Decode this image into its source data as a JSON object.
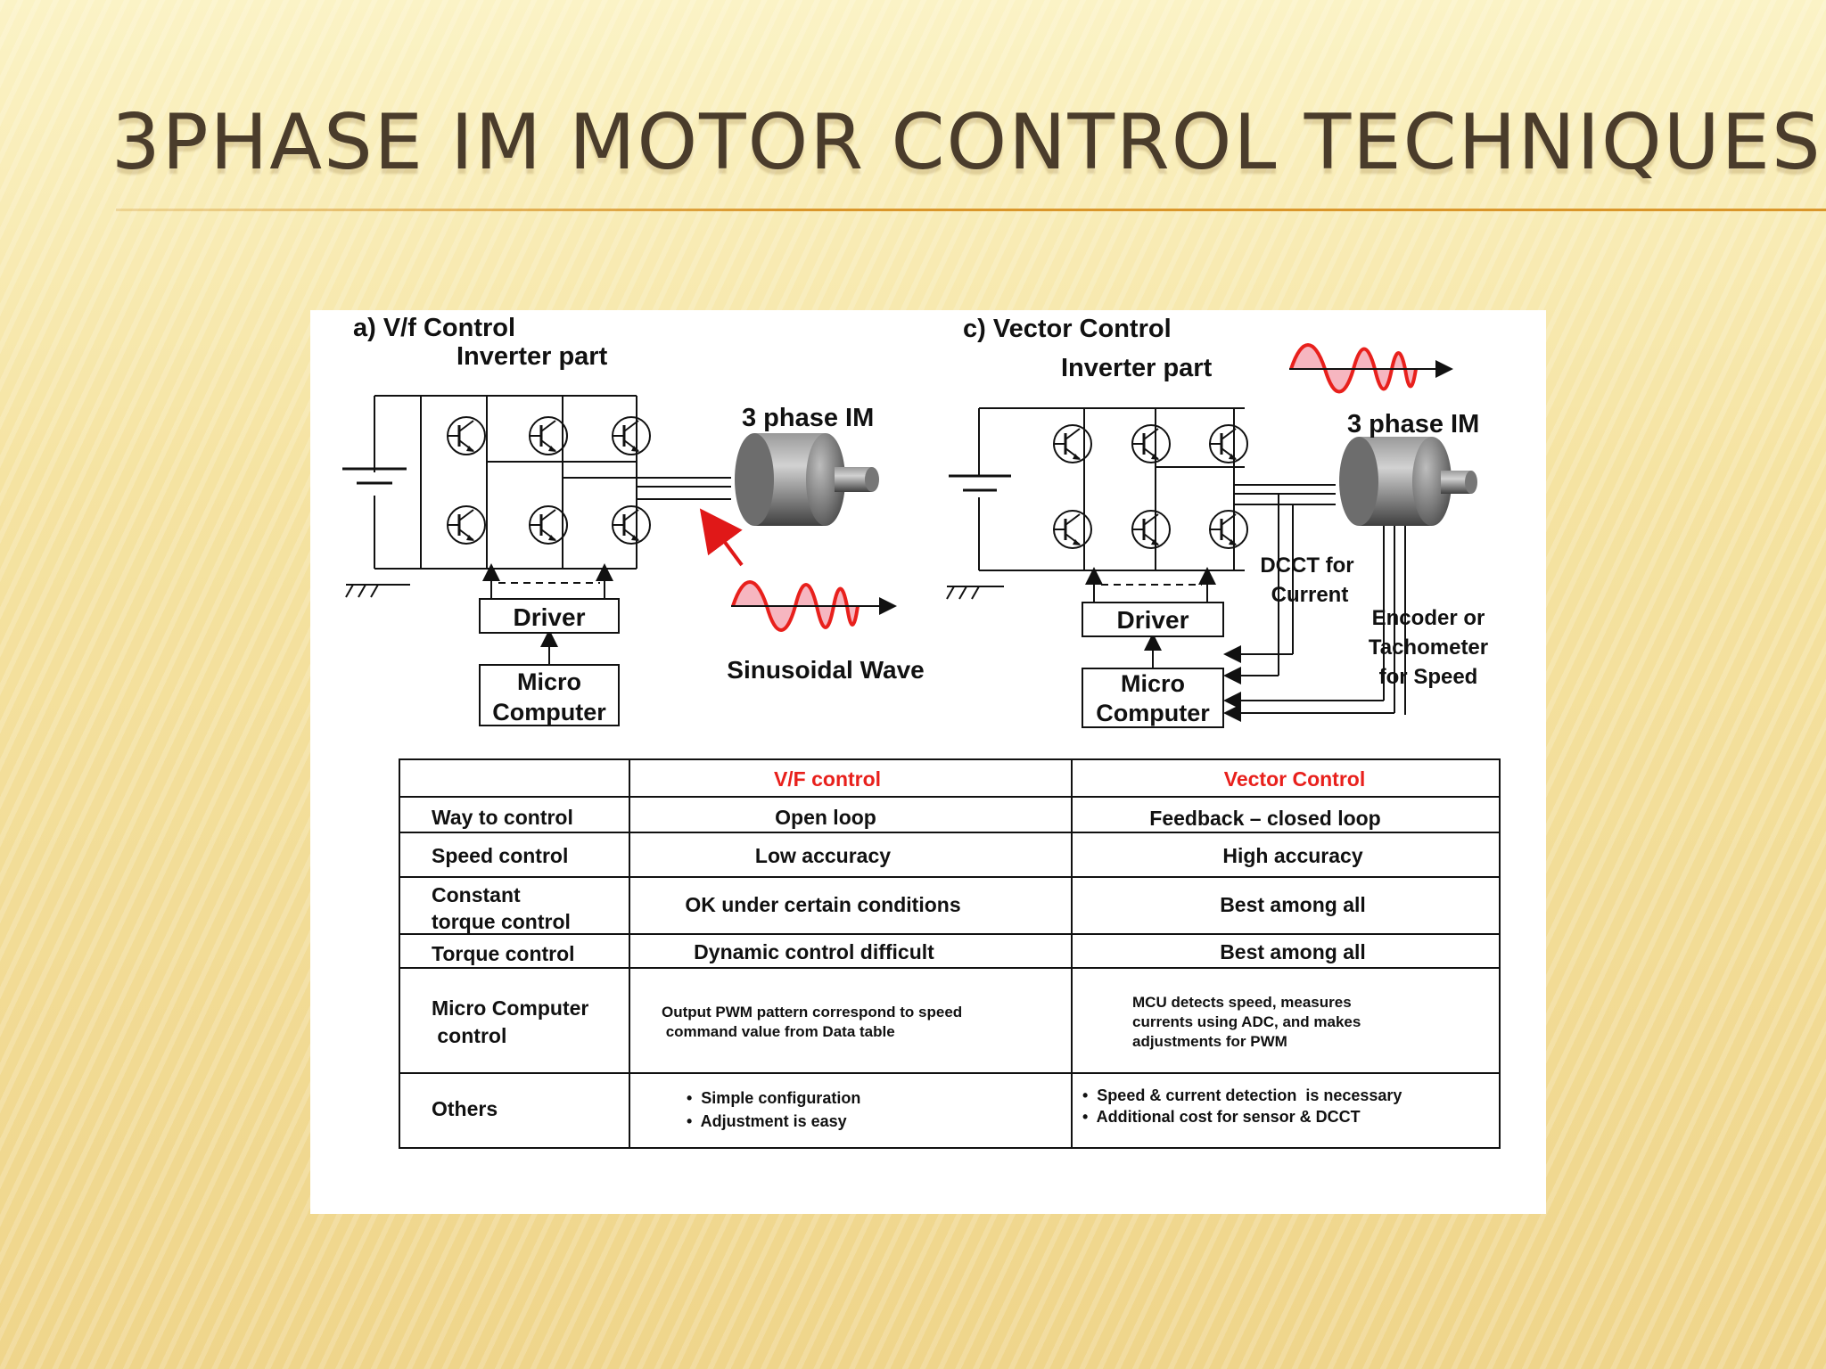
{
  "slide": {
    "title": "3PHASE IM MOTOR CONTROL TECHNIQUES"
  },
  "diagram_a": {
    "heading": "a) V/f Control",
    "inverter_label": "Inverter part",
    "motor_label": "3 phase IM",
    "driver_label": "Driver",
    "micro_line1": "Micro",
    "micro_line2": "Computer",
    "wave_label": "Sinusoidal Wave"
  },
  "diagram_c": {
    "heading": "c) Vector Control",
    "inverter_label": "Inverter part",
    "motor_label": "3 phase IM",
    "driver_label": "Driver",
    "micro_line1": "Micro",
    "micro_line2": "Computer",
    "dcct_line1": "DCCT for",
    "dcct_line2": "Current",
    "encoder_line1": "Encoder  or",
    "encoder_line2": "Tachometer",
    "encoder_line3": "for Speed"
  },
  "table": {
    "col_vf": "V/F control",
    "col_vector": "Vector Control",
    "accent_color": "#e8201c",
    "rows": [
      {
        "label1": "Way to control",
        "label2": "",
        "vf": "Open loop",
        "vector": "Feedback – closed loop"
      },
      {
        "label1": "Speed control",
        "label2": "",
        "vf": "Low accuracy",
        "vector": "High accuracy"
      },
      {
        "label1": "Constant",
        "label2": "torque control",
        "vf": "OK under certain conditions",
        "vector": "Best among all"
      },
      {
        "label1": "Torque control",
        "label2": "",
        "vf": "Dynamic control difficult",
        "vector": "Best among all"
      }
    ],
    "mc_label1": "Micro Computer",
    "mc_label2": " control",
    "mc_vf1": "Output PWM pattern correspond to speed",
    "mc_vf2": " command value from Data table",
    "mc_vec1": "MCU detects speed, measures",
    "mc_vec2": "currents using ADC, and makes",
    "mc_vec3": "adjustments for PWM",
    "others_label": "Others",
    "others_vf1": "•  Simple configuration",
    "others_vf2": "•  Adjustment is easy",
    "others_vec1": "•  Speed & current detection  is necessary",
    "others_vec2": "•  Additional cost for sensor & DCCT"
  }
}
